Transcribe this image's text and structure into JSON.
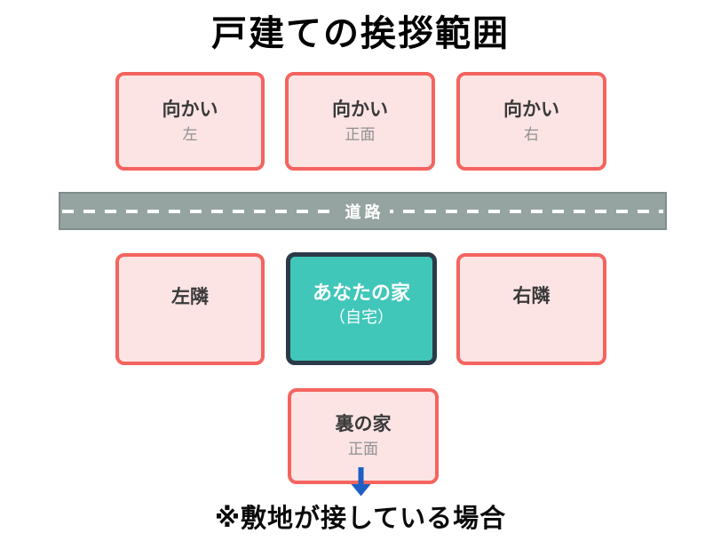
{
  "title": "戸建ての挨拶範囲",
  "note": "※敷地が接している場合",
  "road": {
    "label": "道路"
  },
  "diagram": {
    "front_row": [
      {
        "label": "向かい",
        "sublabel": "左"
      },
      {
        "label": "向かい",
        "sublabel": "正面"
      },
      {
        "label": "向かい",
        "sublabel": "右"
      }
    ],
    "home_row": [
      {
        "label": "左隣"
      },
      {
        "label": "あなたの家",
        "sublabel": "（自宅）"
      },
      {
        "label": "右隣"
      }
    ],
    "back_row": [
      {
        "label": "裏の家",
        "sublabel": "正面"
      }
    ]
  },
  "colors": {
    "red-border": "#f4645f",
    "pink-fill": "#fce4e4",
    "teal-fill": "#40c7b9",
    "navy-border": "#2b3a48",
    "road-fill": "#96a4a1",
    "road-border": "#7e8e8c",
    "arrow-blue": "#1d5fc5",
    "label-dark": "#3a3a3a",
    "sublabel-gray": "#919191",
    "title-black": "#000000"
  }
}
